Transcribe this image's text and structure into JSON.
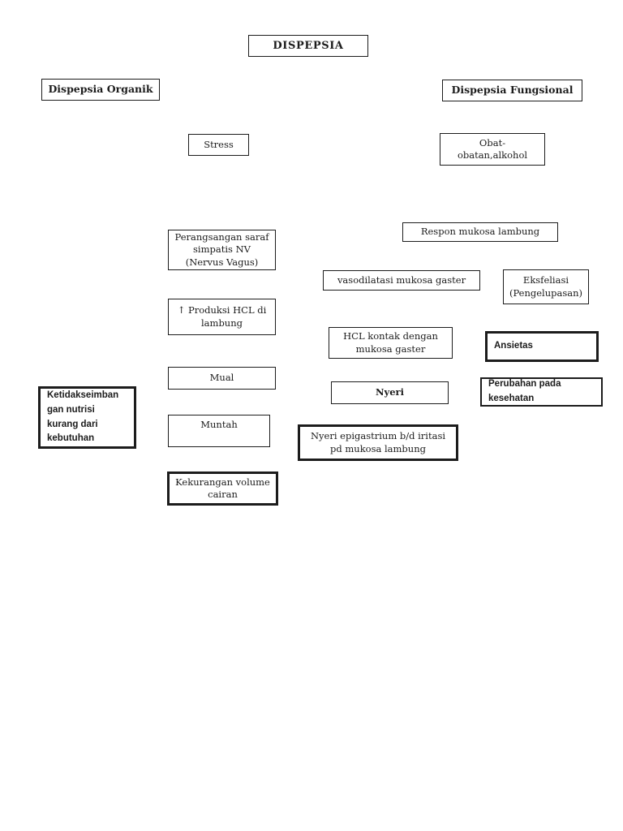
{
  "document": {
    "background_color": "#ffffff",
    "line_color": "#1c1c1c",
    "type": "pathophysiology-flowchart"
  },
  "nodes": {
    "dispepsia": {
      "text": "DISPEPSIA"
    },
    "dispepsia_organik": {
      "text": "Dispepsia Organik"
    },
    "dispepsia_fungsional": {
      "text": "Dispepsia Fungsional"
    },
    "stress": {
      "text": "Stress"
    },
    "obat_obatan_alkohol": {
      "text": "Obat-\nobatan,alkohol"
    },
    "perangsangan_saraf": {
      "text": "Perangsangan saraf\nsimpatis NV\n(Nervus Vagus)"
    },
    "respon_mukosa_lambung": {
      "text": "Respon mukosa lambung"
    },
    "vasodilatasi_mukosa_gaster": {
      "text": "vasodilatasi mukosa gaster"
    },
    "eksfeliasi": {
      "text": "Eksfeliasi\n(Pengelupasan)"
    },
    "produksi_hcl": {
      "text": "↑ Produksi HCL di\nlambung"
    },
    "hcl_kontak": {
      "text": "HCL kontak dengan\nmukosa gaster"
    },
    "ansietas": {
      "text": "Ansietas"
    },
    "mual": {
      "text": "Mual"
    },
    "nyeri": {
      "text": "Nyeri"
    },
    "perubahan_pada_kesehatan": {
      "text": "Perubahan pada\nkesehatan"
    },
    "ketidakseimbangan_nutrisi": {
      "text": "Ketidakseimban\ngan nutrisi\nkurang dari\nkebutuhan"
    },
    "muntah": {
      "text": "Muntah"
    },
    "nyeri_epigastrium": {
      "text": "Nyeri epigastrium b/d iritasi\npd mukosa lambung"
    },
    "kekurangan_volume_cairan": {
      "text": "Kekurangan volume\ncairan"
    }
  }
}
